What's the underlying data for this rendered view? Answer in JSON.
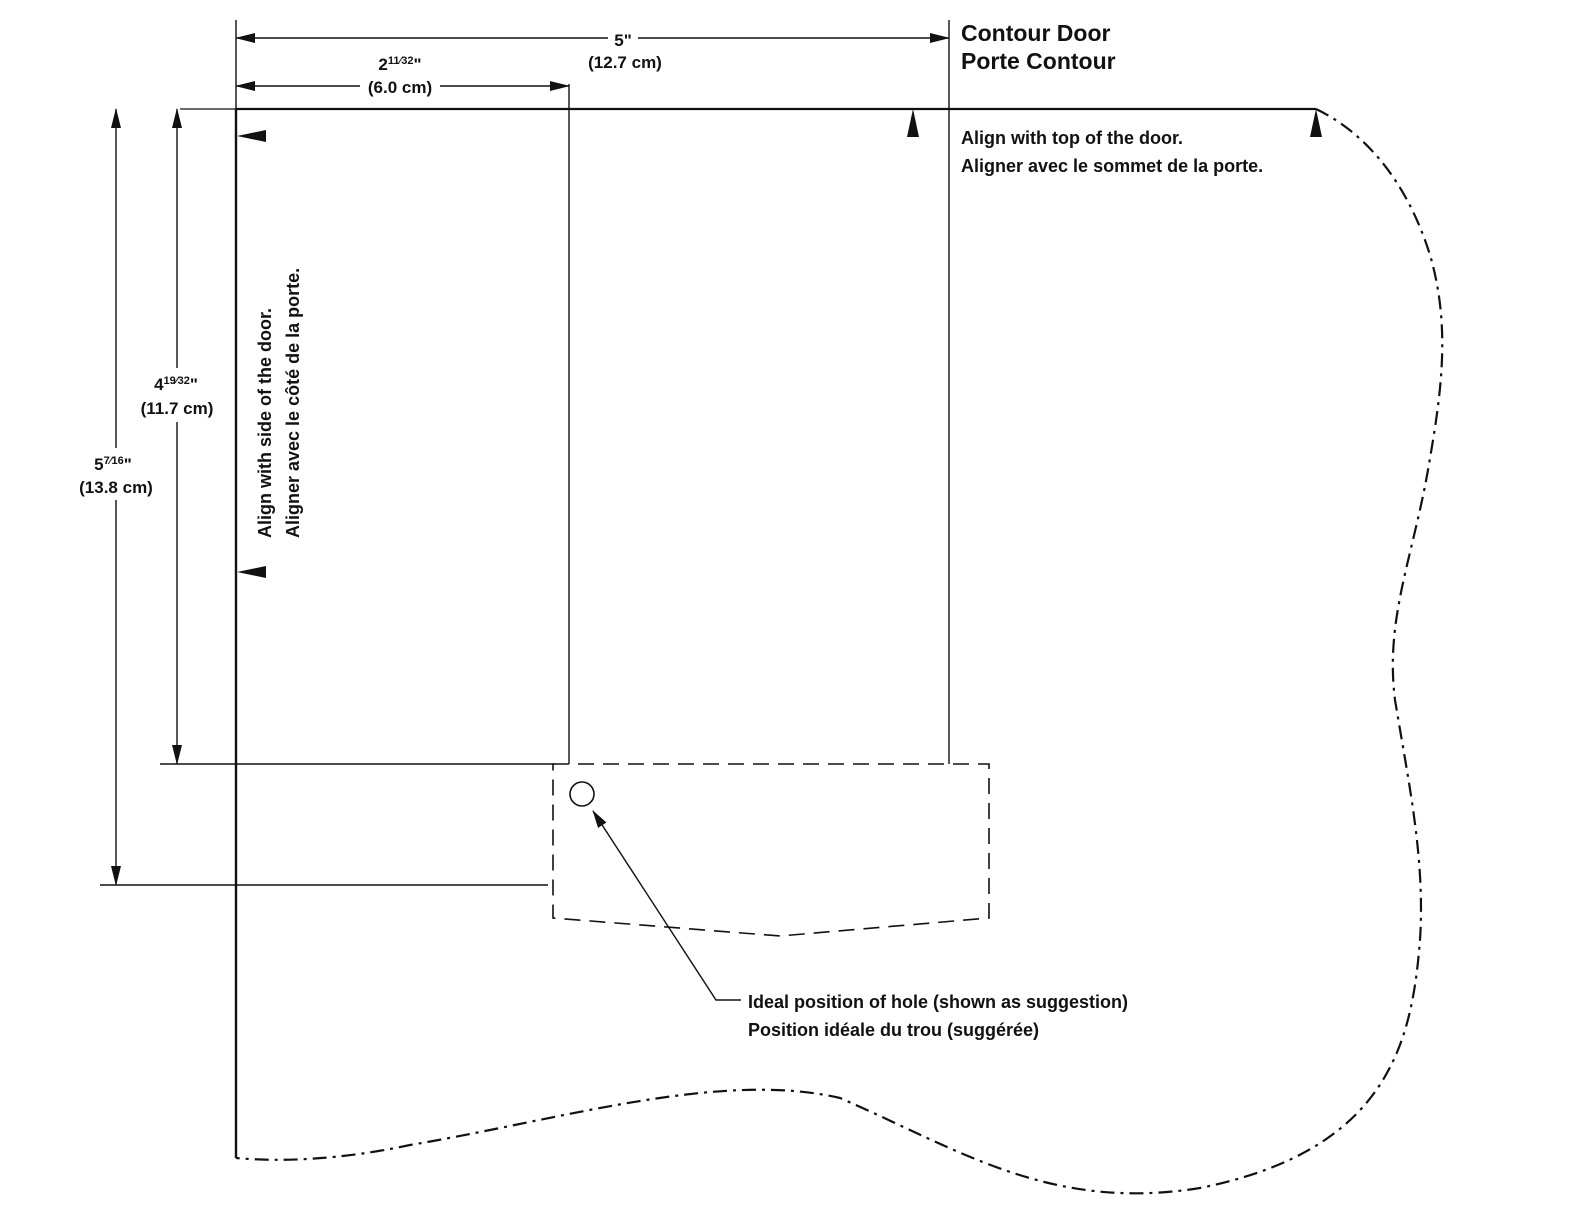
{
  "header": {
    "title_en": "Contour Door",
    "title_fr": "Porte Contour"
  },
  "notes": {
    "top_en": "Align with top of the door.",
    "top_fr": "Aligner avec le sommet de la porte.",
    "side_en": "Align with side of the door.",
    "side_fr": "Aligner avec le côté de la porte.",
    "hole_en": "Ideal position of hole (shown as suggestion)",
    "hole_fr": "Position idéale du trou (suggérée)"
  },
  "dimensions": {
    "width_total": {
      "whole": "5",
      "frac": "",
      "unit": "\"",
      "metric": "(12.7 cm)"
    },
    "width_hole": {
      "whole": "2",
      "frac": "11⁄32",
      "unit": "\"",
      "metric": "(6.0 cm)"
    },
    "height_hole": {
      "whole": "4",
      "frac": "19⁄32",
      "unit": "\"",
      "metric": "(11.7 cm)"
    },
    "height_total": {
      "whole": "5",
      "frac": "7⁄16",
      "unit": "\"",
      "metric": "(13.8 cm)"
    }
  },
  "colors": {
    "ink": "#111111",
    "background": "#ffffff"
  }
}
